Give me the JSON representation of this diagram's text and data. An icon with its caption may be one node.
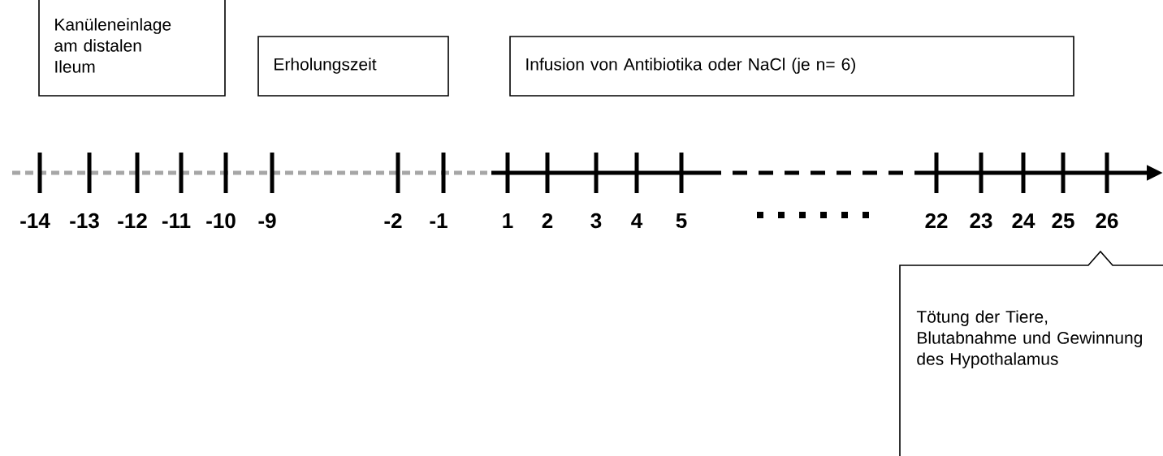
{
  "diagram": {
    "nodes": [
      {
        "text": [
          "Kanüleneinlage am distalen Ileum"
        ]
      },
      {
        "text": [
          "Erholungszeit"
        ]
      },
      {
        "text": [
          "Infusion von Antibiotika oder NaCl (je n= 6)"
        ]
      },
      {
        "text": [
          "Tötung der Tiere, Blutabnahme und Gewinnung des Hypothalamus"
        ]
      }
    ],
    "labels": [
      "-14",
      "-13",
      "-12",
      "-11",
      "-10",
      "-9",
      "-2",
      "-1",
      "1",
      "2",
      "3",
      "4",
      "5",
      "22",
      "23",
      "24",
      "25",
      "26"
    ]
  }
}
